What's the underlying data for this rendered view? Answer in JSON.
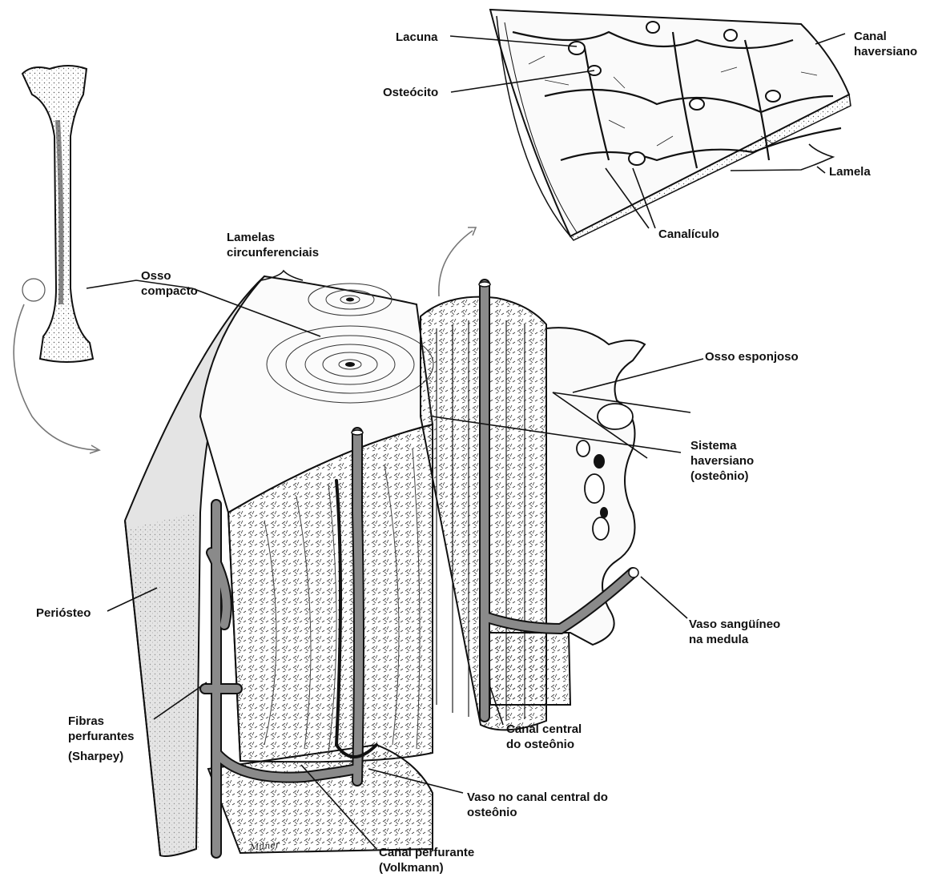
{
  "labels": {
    "lacuna": "Lacuna",
    "osteocito": "Osteócito",
    "canal_haversiano": [
      "Canal",
      "haversiano"
    ],
    "lamela": "Lamela",
    "canaliculo": "Canalículo",
    "lamelas_circunferenciais": [
      "Lamelas",
      "circunferenciais"
    ],
    "osso_compacto": [
      "Osso",
      "compacto"
    ],
    "osso_esponjoso": "Osso esponjoso",
    "sistema_haversiano": [
      "Sistema",
      "haversiano",
      "(osteônio)"
    ],
    "periosteo": "Periósteo",
    "vaso_medula": [
      "Vaso sangüíneo",
      "na medula"
    ],
    "fibras_perfurantes": [
      "Fibras",
      "perfurantes",
      "(Sharpey)"
    ],
    "canal_central": [
      "Canal central",
      "do osteônio"
    ],
    "vaso_canal_central": [
      "Vaso no canal central do",
      "osteônio"
    ],
    "canal_perfurante": [
      "Canal perfurante",
      "(Volkmann)"
    ]
  },
  "signature": "Milner",
  "colors": {
    "ink": "#1a1a1a",
    "vessel": "#8a8a8a",
    "periosteum": "#e2e2e2",
    "paper": "#ffffff"
  }
}
